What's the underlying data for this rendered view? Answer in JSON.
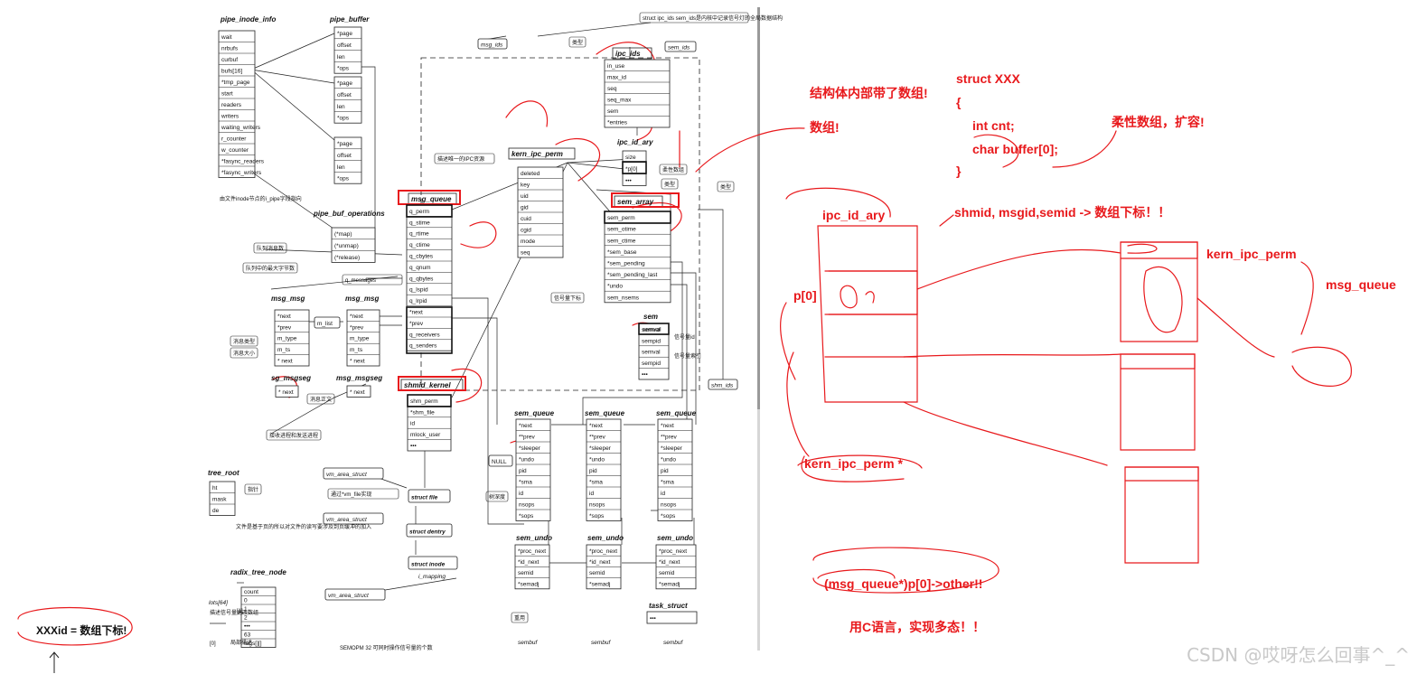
{
  "colors": {
    "annotation_red": "#e8191c",
    "diagram_ink": "#111111",
    "watermark": "#c9c9c9"
  },
  "structs": [
    {
      "title": "pipe_inode_info",
      "fields": [
        "wait",
        "nrbufs",
        "curbuf",
        "bufs[16]",
        "*tmp_page",
        "start",
        "readers",
        "writers",
        "waiting_writers",
        "r_counter",
        "w_counter",
        "*fasync_readers",
        "*fasync_writers"
      ]
    },
    {
      "title": "pipe_buffer",
      "fields": [
        "*page",
        "offset",
        "len",
        "*ops"
      ]
    },
    {
      "title": "",
      "fields": [
        "*page",
        "offset",
        "len",
        "*ops"
      ]
    },
    {
      "title": "",
      "fields": [
        "*page",
        "offset",
        "len",
        "*ops"
      ]
    },
    {
      "title": "pipe_buf_operations",
      "fields": [
        "(*map)",
        "(*unmap)",
        "(*release)"
      ]
    },
    {
      "title": "ipc_ids",
      "fields": [
        "in_use",
        "max_id",
        "seq",
        "seq_max",
        "sem",
        "*entries"
      ]
    },
    {
      "title": "ipc_id_ary",
      "fields": [
        "size",
        "*p[0]",
        "•••"
      ]
    },
    {
      "title": "kern_ipc_perm",
      "fields": [
        "deleted",
        "key",
        "uid",
        "gid",
        "cuid",
        "cgid",
        "mode",
        "seq"
      ]
    },
    {
      "title": "msg_queue",
      "fields": [
        "q_perm",
        "q_stime",
        "q_rtime",
        "q_ctime",
        "q_cbytes",
        "q_qnum",
        "q_qbytes",
        "q_lspid",
        "q_lrpid",
        "*next",
        "*prev",
        "q_receivers",
        "q_senders"
      ]
    },
    {
      "title": "sem_array",
      "fields": [
        "sem_perm",
        "sem_otime",
        "sem_ctime",
        "*sem_base",
        "*sem_pending",
        "*sem_pending_last",
        "*undo",
        "sem_nsems"
      ]
    },
    {
      "title": "sem",
      "fields": [
        "semval",
        "sempid",
        "semval",
        "sempid",
        "•••"
      ]
    },
    {
      "title": "msg_msg",
      "fields": [
        "*next",
        "*prev",
        "m_type",
        "m_ts",
        "* next"
      ]
    },
    {
      "title": "msg_msg",
      "fields": [
        "*next",
        "*prev",
        "m_type",
        "m_ts",
        "* next"
      ]
    },
    {
      "title": "sg_msgseg",
      "fields": [
        "* next"
      ]
    },
    {
      "title": "msg_msgseg",
      "fields": [
        "* next"
      ]
    },
    {
      "title": "shmid_kernel",
      "fields": [
        "shm_perm",
        "*shm_file",
        "id",
        "mlock_user",
        "•••"
      ]
    },
    {
      "title": "sem_queue",
      "fields": [
        "*next",
        "**prev",
        "*sleeper",
        "*undo",
        "pid",
        "*sma",
        "id",
        "nsops",
        "*sops"
      ]
    },
    {
      "title": "sem_queue",
      "fields": [
        "*next",
        "**prev",
        "*sleeper",
        "*undo",
        "pid",
        "*sma",
        "id",
        "nsops",
        "*sops"
      ]
    },
    {
      "title": "sem_queue",
      "fields": [
        "*next",
        "**prev",
        "*sleeper",
        "*undo",
        "pid",
        "*sma",
        "id",
        "nsops",
        "*sops"
      ]
    },
    {
      "title": "sem_undo",
      "fields": [
        "*proc_next",
        "*id_next",
        "semid",
        "*semadj"
      ]
    },
    {
      "title": "sem_undo",
      "fields": [
        "*proc_next",
        "*id_next",
        "semid",
        "*semadj"
      ]
    },
    {
      "title": "sem_undo",
      "fields": [
        "*proc_next",
        "*id_next",
        "semid",
        "*semadj"
      ]
    },
    {
      "title": "task_struct",
      "fields": [
        "•••"
      ]
    },
    {
      "title": "radix_tree_node",
      "fields": [
        "count",
        "0",
        "1",
        "2",
        "•••",
        "63",
        "tags[][]"
      ]
    },
    {
      "title": "tree_root",
      "fields": [
        "ht",
        "mask",
        "de"
      ]
    }
  ],
  "mini_labels": [
    "struct file",
    "struct dentry",
    "struct inode",
    "i_mapping",
    "vm_area_struct",
    "vm_area_struct",
    "vm_area_struct",
    "semval",
    "NULL",
    "m_list",
    "sembuf",
    "sembuf",
    "sembuf",
    "msg_ids",
    "sem_ids",
    "shm_ids",
    "lots[64]"
  ],
  "notes": [
    "struct ipc_ids sem_ids是内核中记录信号灯的全局数据结构",
    "类型",
    "类型",
    "类型",
    "描述唯一的IPC资源",
    "柔性数组",
    "信号量下标",
    "队列消息数",
    "队列中的最大字节数",
    "q_messages",
    "消息类型",
    "消息大小",
    "消息正文",
    "接收进程和发送进程",
    "由文件inode节点的i_pipe字段指向",
    "通过*vm_file实现",
    "树深度",
    "重用",
    "文件是基于页的所以对文件的读写要涉及到页缓冲的加入",
    "信号量id",
    "信号量索引",
    "描述信号量更改数组",
    "[0]",
    "[1]",
    "局部描述",
    "指针",
    "SEMOPM  32  可同时操作信号量的个数"
  ],
  "annotations": {
    "array_in_struct": "结构体内部带了数组!",
    "array": "数组!",
    "code_lines": [
      "struct XXX",
      "{",
      "int cnt;",
      "char buffer[0];",
      "}"
    ],
    "flexible_array": "柔性数组，扩容!",
    "ipc_id_ary": "ipc_id_ary",
    "shmid_index": "shmid, msgid,semid -> 数组下标！！",
    "p0": "p[0]",
    "kern_ipc_perm": "kern_ipc_perm",
    "msg_queue": "msg_queue",
    "kern_ipc_perm_ptr": "kern_ipc_perm *",
    "cast_expr": "(msg_queue*)p[0]->other!!",
    "polymorphism": "用C语言，实现多态！！",
    "xxxid": "XXXid = 数组下标!"
  },
  "watermark": "CSDN @哎呀怎么回事^_^"
}
